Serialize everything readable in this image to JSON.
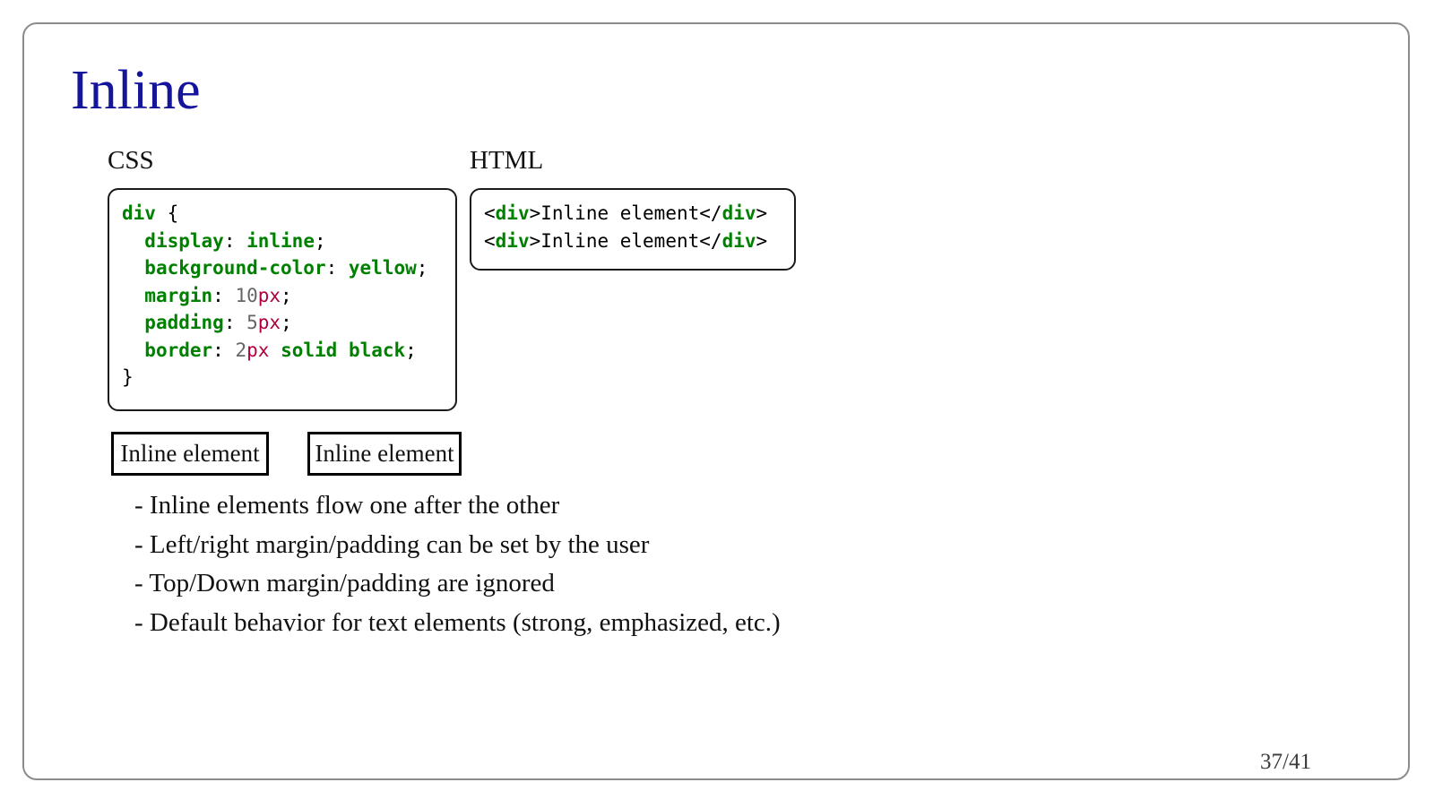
{
  "slide": {
    "title": "Inline",
    "page_number": "37/41",
    "colors": {
      "title_navy": "#15159c",
      "keyword_green": "#008000",
      "number_gray": "#666666",
      "unit_red": "#B00040",
      "slide_border_gray": "#8c8c8c",
      "code_border_black": "#1a1a1a"
    },
    "css_panel": {
      "label": "CSS",
      "code_lines": [
        [
          [
            "k",
            "div"
          ],
          [
            "p",
            " {"
          ]
        ],
        [
          [
            "p",
            "  "
          ],
          [
            "k",
            "display"
          ],
          [
            "p",
            ": "
          ],
          [
            "k",
            "inline"
          ],
          [
            "p",
            ";"
          ]
        ],
        [
          [
            "p",
            "  "
          ],
          [
            "k",
            "background-color"
          ],
          [
            "p",
            ": "
          ],
          [
            "k",
            "yellow"
          ],
          [
            "p",
            ";"
          ]
        ],
        [
          [
            "p",
            "  "
          ],
          [
            "k",
            "margin"
          ],
          [
            "p",
            ": "
          ],
          [
            "n",
            "10"
          ],
          [
            "u",
            "px"
          ],
          [
            "p",
            ";"
          ]
        ],
        [
          [
            "p",
            "  "
          ],
          [
            "k",
            "padding"
          ],
          [
            "p",
            ": "
          ],
          [
            "n",
            "5"
          ],
          [
            "u",
            "px"
          ],
          [
            "p",
            ";"
          ]
        ],
        [
          [
            "p",
            "  "
          ],
          [
            "k",
            "border"
          ],
          [
            "p",
            ": "
          ],
          [
            "n",
            "2"
          ],
          [
            "u",
            "px"
          ],
          [
            "p",
            " "
          ],
          [
            "k",
            "solid"
          ],
          [
            "p",
            " "
          ],
          [
            "k",
            "black"
          ],
          [
            "p",
            ";"
          ]
        ],
        [
          [
            "p",
            "}"
          ]
        ]
      ]
    },
    "html_panel": {
      "label": "HTML",
      "code_lines": [
        [
          [
            "p",
            "<"
          ],
          [
            "k",
            "div"
          ],
          [
            "p",
            ">"
          ],
          [
            "t",
            "Inline element"
          ],
          [
            "p",
            "</"
          ],
          [
            "k",
            "div"
          ],
          [
            "p",
            ">"
          ]
        ],
        [
          [
            "p",
            "<"
          ],
          [
            "k",
            "div"
          ],
          [
            "p",
            ">"
          ],
          [
            "t",
            "Inline element"
          ],
          [
            "p",
            "</"
          ],
          [
            "k",
            "div"
          ],
          [
            "p",
            ">"
          ]
        ]
      ]
    },
    "rendered_examples": [
      {
        "text": "Inline element"
      },
      {
        "text": "Inline element"
      }
    ],
    "notes": [
      "- Inline elements flow one after the other",
      "- Left/right margin/padding can be set by the user",
      "- Top/Down margin/padding are ignored",
      "- Default behavior for text elements (strong, emphasized, etc.)"
    ]
  }
}
